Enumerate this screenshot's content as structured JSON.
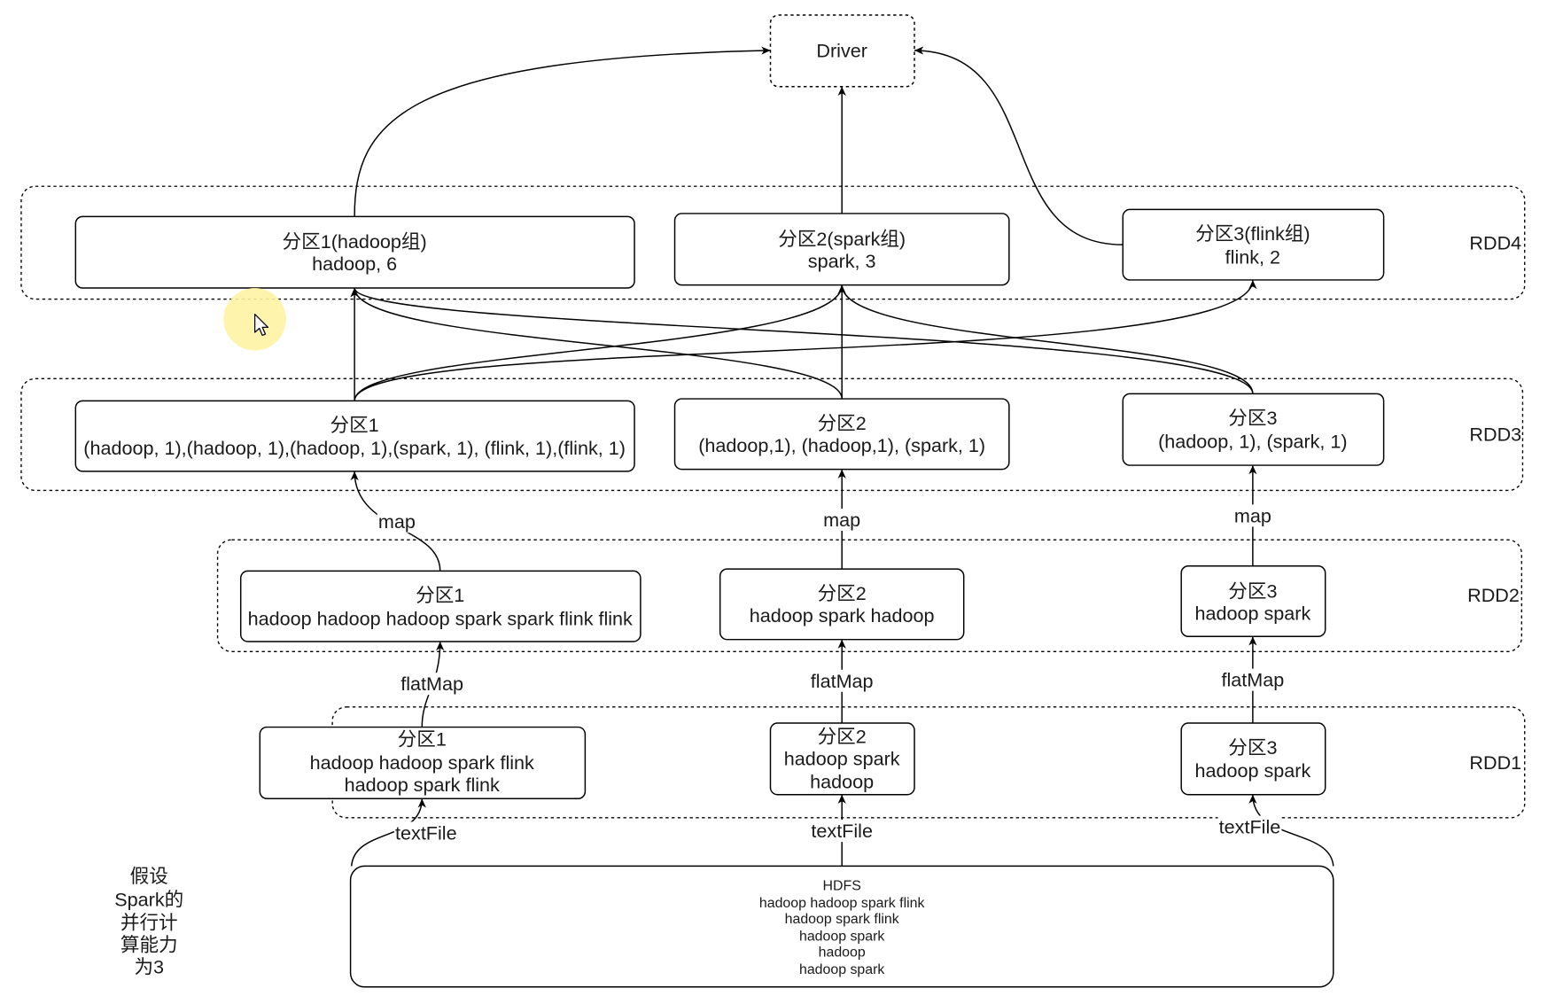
{
  "colors": {
    "stroke": "#000000",
    "fill": "#ffffff",
    "text": "#1a1a1a",
    "cursor_highlight": "#fff3a3"
  },
  "driver": {
    "label": "Driver"
  },
  "rdd4": {
    "label": "RDD4",
    "partitions": [
      {
        "lines": [
          "分区1(hadoop组)",
          "hadoop, 6"
        ]
      },
      {
        "lines": [
          "分区2(spark组)",
          "spark, 3"
        ]
      },
      {
        "lines": [
          "分区3(flink组)",
          "flink, 2"
        ]
      }
    ]
  },
  "rdd3": {
    "label": "RDD3",
    "partitions": [
      {
        "lines": [
          "分区1",
          "(hadoop, 1),(hadoop, 1),(hadoop, 1),(spark, 1), (flink, 1),(flink, 1)"
        ]
      },
      {
        "lines": [
          "分区2",
          "(hadoop,1), (hadoop,1), (spark, 1)"
        ]
      },
      {
        "lines": [
          "分区3",
          "(hadoop, 1), (spark, 1)"
        ]
      }
    ]
  },
  "rdd2": {
    "label": "RDD2",
    "partitions": [
      {
        "lines": [
          "分区1",
          "hadoop hadoop hadoop spark spark flink flink"
        ]
      },
      {
        "lines": [
          "分区2",
          "hadoop spark hadoop"
        ]
      },
      {
        "lines": [
          "分区3",
          "hadoop spark"
        ]
      }
    ]
  },
  "rdd1": {
    "label": "RDD1",
    "partitions": [
      {
        "lines": [
          "分区1",
          "hadoop hadoop spark flink",
          "hadoop spark flink"
        ]
      },
      {
        "lines": [
          "分区2",
          "hadoop spark",
          "hadoop"
        ]
      },
      {
        "lines": [
          "分区3",
          "hadoop spark"
        ]
      }
    ]
  },
  "transforms": {
    "rdd2_to_rdd3": [
      "map",
      "map",
      "map"
    ],
    "rdd1_to_rdd2": [
      "flatMap",
      "flatMap",
      "flatMap"
    ],
    "hdfs_to_rdd1": [
      "textFile",
      "textFile",
      "textFile"
    ]
  },
  "hdfs": {
    "lines": [
      "HDFS",
      "hadoop hadoop spark flink",
      "hadoop spark flink",
      "hadoop spark",
      "hadoop",
      "hadoop spark"
    ]
  },
  "note": {
    "lines": [
      "假设",
      "Spark的",
      "并行计",
      "算能力",
      "为3"
    ]
  }
}
